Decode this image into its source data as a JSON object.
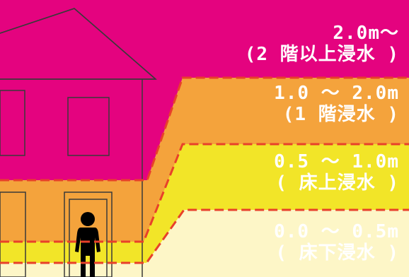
{
  "colors": {
    "level_4": "#e4037f",
    "level_3": "#f4a33c",
    "level_2": "#f2e528",
    "level_1": "#fdf6c7",
    "boundary": "#e8402a",
    "outline": "#3a3a3a",
    "person": "#000000",
    "label_text": "#ffffff"
  },
  "levels": [
    {
      "id": "level-4",
      "range": "2.0m〜",
      "note": "(2 階以上浸水 )"
    },
    {
      "id": "level-3",
      "range": "1.0 〜 2.0m",
      "note": "(1 階浸水 )"
    },
    {
      "id": "level-2",
      "range": "0.5 〜 1.0m",
      "note": "( 床上浸水 )"
    },
    {
      "id": "level-1",
      "range": "0.0 〜 0.5m",
      "note": "( 床下浸水 )"
    }
  ],
  "icons": {
    "building": "house-outline-icon",
    "person": "person-icon"
  }
}
